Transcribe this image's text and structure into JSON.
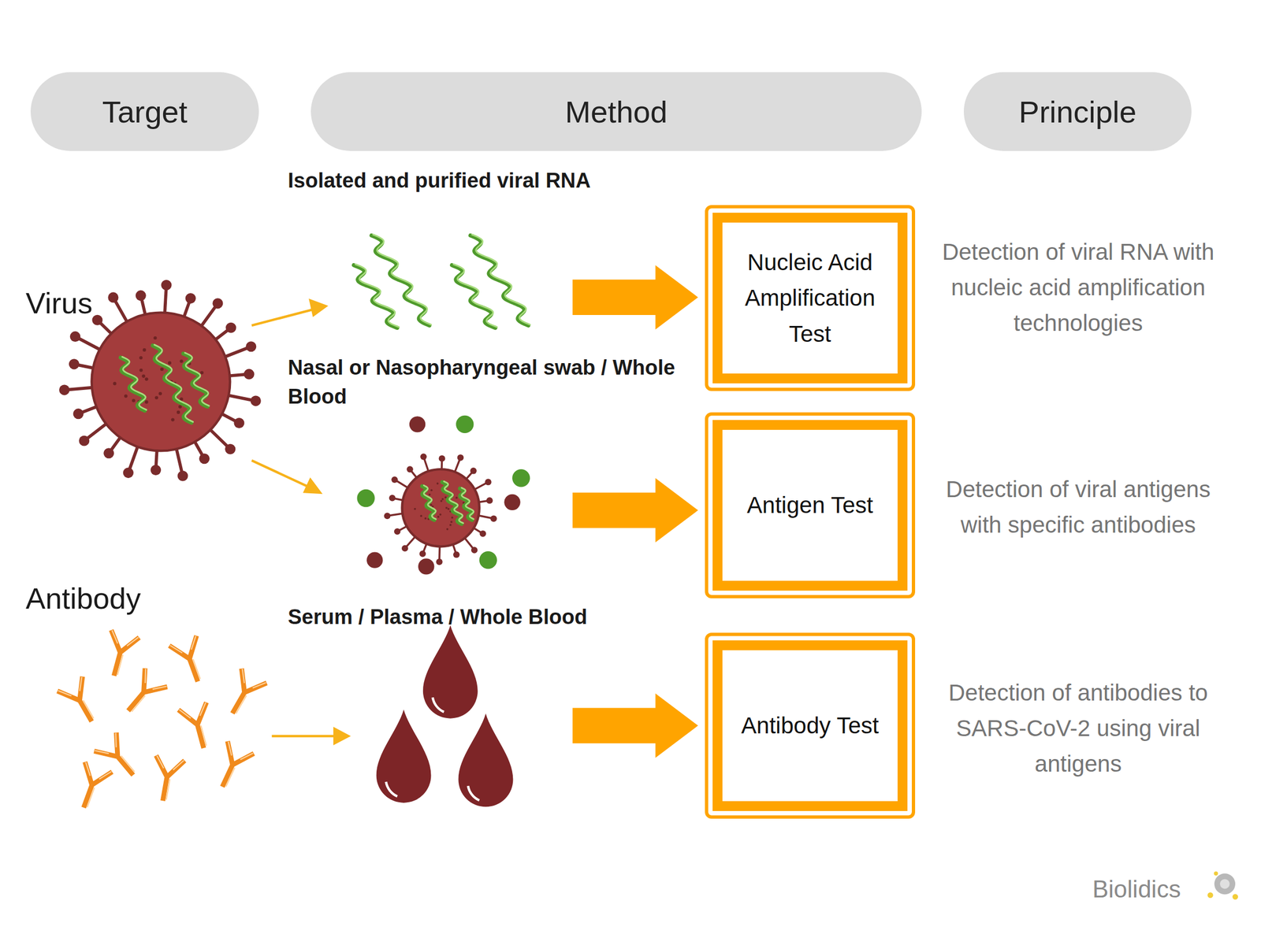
{
  "diagram": {
    "nodes": [
      {
        "text": [
          "Target"
        ]
      },
      {
        "text": [
          "Method"
        ]
      },
      {
        "text": [
          "Principle"
        ]
      },
      {
        "text": [
          "Nucleic Acid Amplification Test"
        ]
      },
      {
        "text": [
          "Antigen Test"
        ]
      },
      {
        "text": [
          "Antibody Test"
        ]
      }
    ],
    "labels": [
      "Isolated and purified viral RNA",
      "Virus",
      "Nasal or Nasopharyngeal swab / Whole Blood",
      "Antibody",
      "Serum / Plasma / Whole Blood",
      "Detection of viral RNA with nucleic acid amplification technologies",
      "Detection of viral antigens with specific antibodies",
      "Detection of antibodies to SARS-CoV-2 using viral antigens",
      "Biolidics"
    ]
  }
}
